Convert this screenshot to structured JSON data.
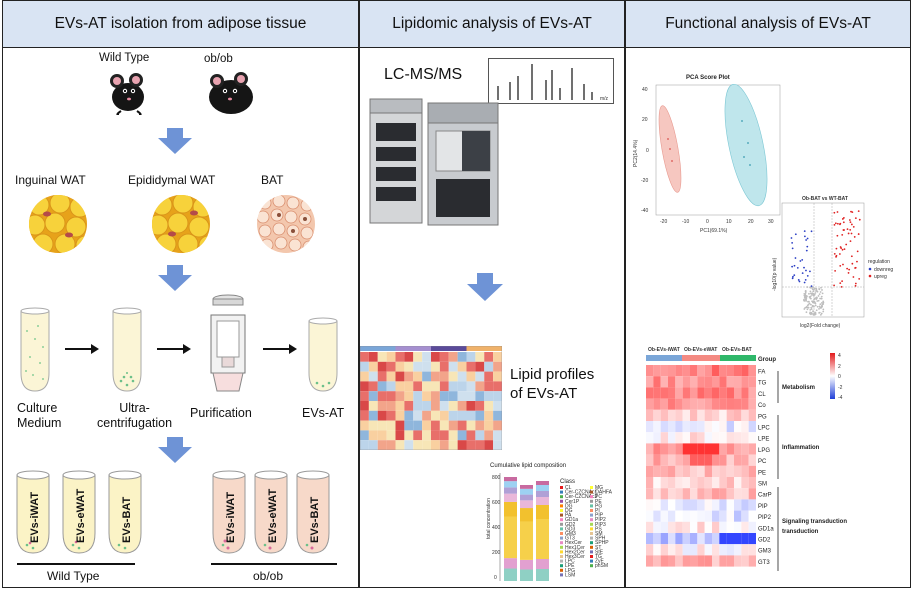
{
  "panels": {
    "isolation": {
      "header": "EVs-AT isolation from adipose tissue",
      "wild_type": "Wild Type",
      "obob": "ob/ob",
      "tissues": [
        "Inguinal WAT",
        "Epididymal WAT",
        "BAT"
      ],
      "steps": {
        "culture_medium": "Culture\nMedium",
        "ultra": "Ultra-\ncentrifugation",
        "purification": "Purification",
        "evs_at": "EVs-AT"
      },
      "tubes": [
        "EVs-iWAT",
        "EVs-eWAT",
        "EVs-BAT"
      ],
      "group_wt": "Wild Type",
      "group_obob": "ob/ob"
    },
    "lipidomic": {
      "header": "Lipidomic analysis of EVs-AT",
      "lcms": "LC-MS/MS",
      "mz": "m/z",
      "profiles": "Lipid profiles\nof EVs-AT",
      "cumulative_title": "Cumulative lipid composition",
      "yaxis": "total concentration",
      "class_title": "Class",
      "yticks": [
        "800",
        "600",
        "400",
        "200",
        "0"
      ],
      "classes_col1": [
        "CL",
        "Cer-CZCNAc1",
        "Cer-CZCNAc3",
        "Cer1P",
        "DG",
        "DG",
        "PA",
        "GD1a",
        "GD2",
        "GD3",
        "GM3",
        "GT3",
        "HexCer",
        "Hex1Cer",
        "Hex2Cer",
        "Hex3Cer",
        "LPC",
        "LPE",
        "LPG",
        "LSM"
      ],
      "classes_col2": [
        "MG",
        "OAHFA",
        "PC",
        "PE",
        "PG",
        "PI",
        "PIP",
        "PIP2",
        "PIP3",
        "PS",
        "SM",
        "SPH",
        "SPHP",
        "ST",
        "StE",
        "TG",
        "ZyE",
        "phSM"
      ]
    },
    "functional": {
      "header": "Functional analysis of EVs-AT",
      "pca": {
        "title": "PCA Score Plot",
        "xlabel": "PC1(69.1%)",
        "ylabel": "PC2(14.4%)",
        "xticks": [
          "-20",
          "-10",
          "0",
          "10",
          "20",
          "30"
        ],
        "yticks": [
          "40",
          "20",
          "0",
          "-20",
          "-40"
        ]
      },
      "volcano": {
        "title": "Ob-BAT vs WT-BAT",
        "xlabel": "log2(Fold change)",
        "ylabel": "-log10(p value)",
        "legend_title": "regulation",
        "legend_items": [
          "downreg",
          "upreg"
        ]
      },
      "heatmap": {
        "col_groups": [
          "Ob-EVs-iWAT",
          "Ob-EVs-eWAT",
          "Ob-EVs-BAT"
        ],
        "group_label": "Group",
        "rows": [
          "FA",
          "TG",
          "CL",
          "Co",
          "PG",
          "LPC",
          "LPE",
          "LPG",
          "PC",
          "PE",
          "SM",
          "CarP",
          "PIP",
          "PIP2",
          "GD1a",
          "GD2",
          "GM3",
          "GT3"
        ],
        "categories": [
          "Metabolism",
          "Inflammation",
          "Signaling\ntransduction"
        ],
        "scale_ticks": [
          "4",
          "2",
          "0",
          "-2",
          "-4"
        ]
      }
    }
  },
  "colors": {
    "header_bg": "#d9e4f3",
    "arrow": "#6e93d6",
    "fat_yellow": "#f2c12e",
    "bat_pink": "#f3c7ad",
    "heat_red": "#e31a1c",
    "heat_blue": "#1f3fd8",
    "pca_red": "#f2b6ae",
    "pca_cyan": "#a9dde6"
  }
}
